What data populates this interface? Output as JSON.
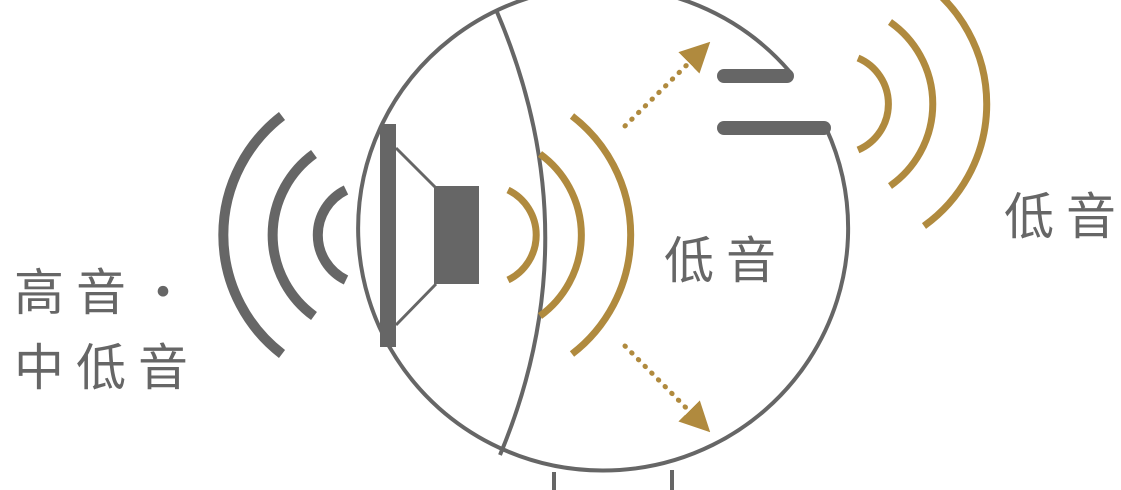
{
  "labels": {
    "left_line1": "高音・",
    "left_line2": "中低音",
    "center": "低音",
    "right": "低音"
  },
  "colors": {
    "structure": "#666666",
    "sound_wave": "#b08a3e",
    "background": "#ffffff"
  }
}
